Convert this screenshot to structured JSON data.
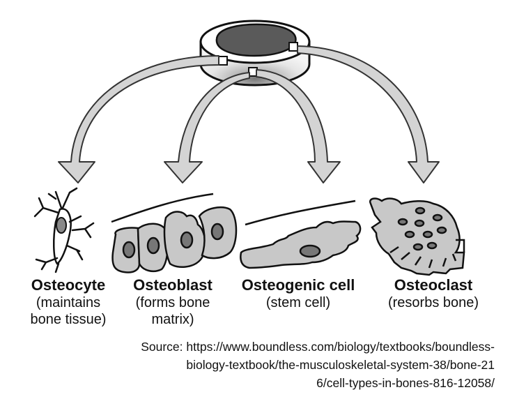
{
  "cells": [
    {
      "name": "Osteocyte",
      "desc1": "(maintains",
      "desc2": "bone tissue)"
    },
    {
      "name": "Osteoblast",
      "desc1": "(forms bone",
      "desc2": "matrix)"
    },
    {
      "name": "Osteogenic cell",
      "desc1": "(stem cell)",
      "desc2": ""
    },
    {
      "name": "Osteoclast",
      "desc1": "(resorbs bone)",
      "desc2": ""
    }
  ],
  "source": {
    "line1": "Source: https://www.boundless.com/biology/textbooks/boundless-",
    "line2": "biology-textbook/the-musculoskeletal-system-38/bone-21",
    "line3": "6/cell-types-in-bones-816-12058/"
  }
}
